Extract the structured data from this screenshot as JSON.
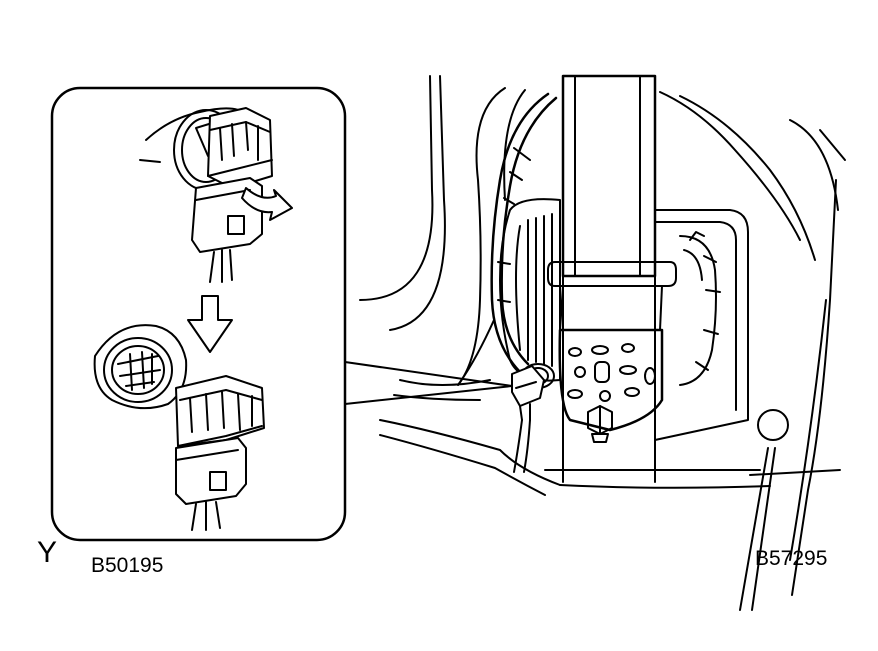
{
  "labels": {
    "view_letter": "Y",
    "code_left": "B50195",
    "code_right": "B57295"
  },
  "colors": {
    "line": "#000000",
    "background": "#ffffff"
  },
  "icons": {
    "pull_arrow": "curved-arrow-icon",
    "step_arrow": "down-arrow-icon"
  }
}
